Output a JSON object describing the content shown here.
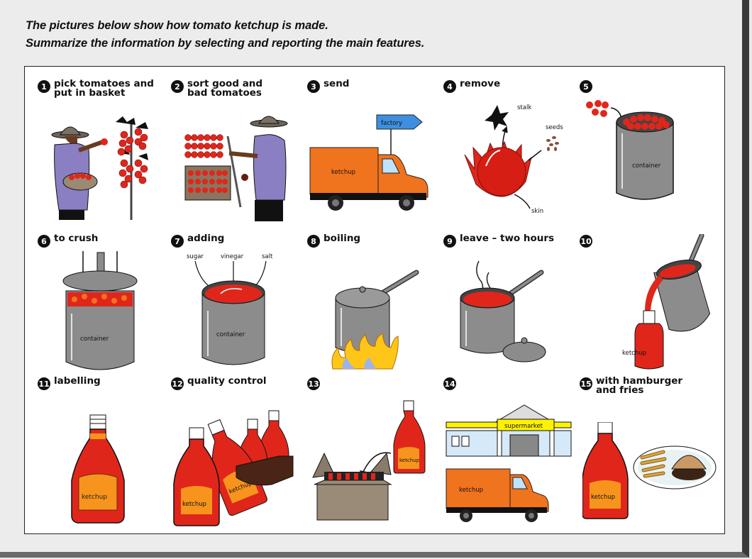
{
  "instructions": {
    "line1": "The pictures below show how tomato ketchup is made.",
    "line2": "Summarize the information by selecting and reporting the main features."
  },
  "steps": [
    {
      "number": "1",
      "label": "pick tomatoes and\nput in basket",
      "icon": "tomato-picker-icon"
    },
    {
      "number": "2",
      "label": "sort good and\nbad tomatoes",
      "icon": "sorting-tomatoes-icon"
    },
    {
      "number": "3",
      "label": "send",
      "icon": "delivery-truck-icon",
      "sign": "factory",
      "truck_text": "ketchup"
    },
    {
      "number": "4",
      "label": "remove",
      "icon": "tomato-parts-icon",
      "annotations": [
        "stalk",
        "seeds",
        "skin"
      ]
    },
    {
      "number": "5",
      "label": "",
      "icon": "container-tomatoes-icon",
      "container_text": "container"
    },
    {
      "number": "6",
      "label": "to crush",
      "icon": "crusher-icon",
      "container_text": "container"
    },
    {
      "number": "7",
      "label": "adding",
      "icon": "mixing-container-icon",
      "annotations": [
        "sugar",
        "vinegar",
        "salt"
      ],
      "container_text": "container"
    },
    {
      "number": "8",
      "label": "boiling",
      "icon": "boiling-pot-icon"
    },
    {
      "number": "9",
      "label": "leave – two hours",
      "icon": "cooling-pot-icon"
    },
    {
      "number": "10",
      "label": "",
      "icon": "pouring-into-bottle-icon",
      "bottle_text": "ketchup"
    },
    {
      "number": "11",
      "label": "labelling",
      "icon": "ketchup-bottle-icon",
      "bottle_text": "ketchup"
    },
    {
      "number": "12",
      "label": "quality control",
      "icon": "bottle-inspection-icon",
      "bottle_text": "ketchup"
    },
    {
      "number": "13",
      "label": "",
      "icon": "packing-box-icon",
      "bottle_text": "ketchup"
    },
    {
      "number": "14",
      "label": "",
      "icon": "supermarket-delivery-icon",
      "store_sign": "supermarket",
      "truck_text": "ketchup"
    },
    {
      "number": "15",
      "label": "with hamburger\nand fries",
      "icon": "ketchup-with-meal-icon",
      "bottle_text": "ketchup"
    }
  ],
  "colors": {
    "tomato_red": "#e0261b",
    "truck_orange": "#f0731e",
    "container_gray": "#8c8c8c",
    "sign_blue": "#3f8fe0",
    "label_orange": "#f7941d",
    "shirt_purple": "#8a7fc2",
    "store_yellow": "#fff200"
  }
}
